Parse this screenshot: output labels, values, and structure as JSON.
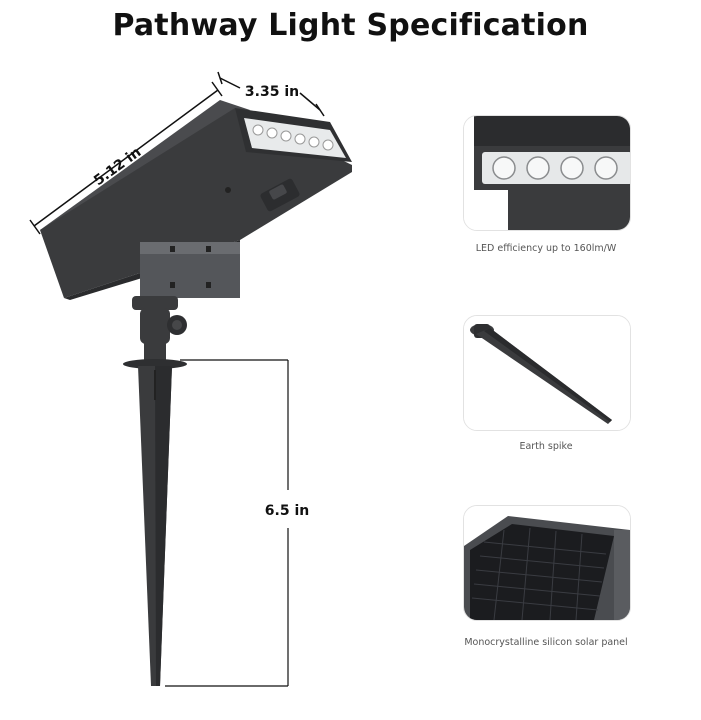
{
  "title": "Pathway Light Specification",
  "dimensions": {
    "width": "3.35 in",
    "length": "5.12 in",
    "spike_height": "6.5 in"
  },
  "features": [
    {
      "caption": "LED efficiency up to 160lm/W",
      "image": "led-closeup"
    },
    {
      "caption": "Earth spike",
      "image": "earth-spike"
    },
    {
      "caption": "Monocrystalline silicon solar panel",
      "image": "solar-panel"
    }
  ],
  "colors": {
    "housing": "#3a3b3d",
    "housing_dark": "#2a2b2d",
    "led_white": "#f4f6f7",
    "text": "#111111"
  }
}
